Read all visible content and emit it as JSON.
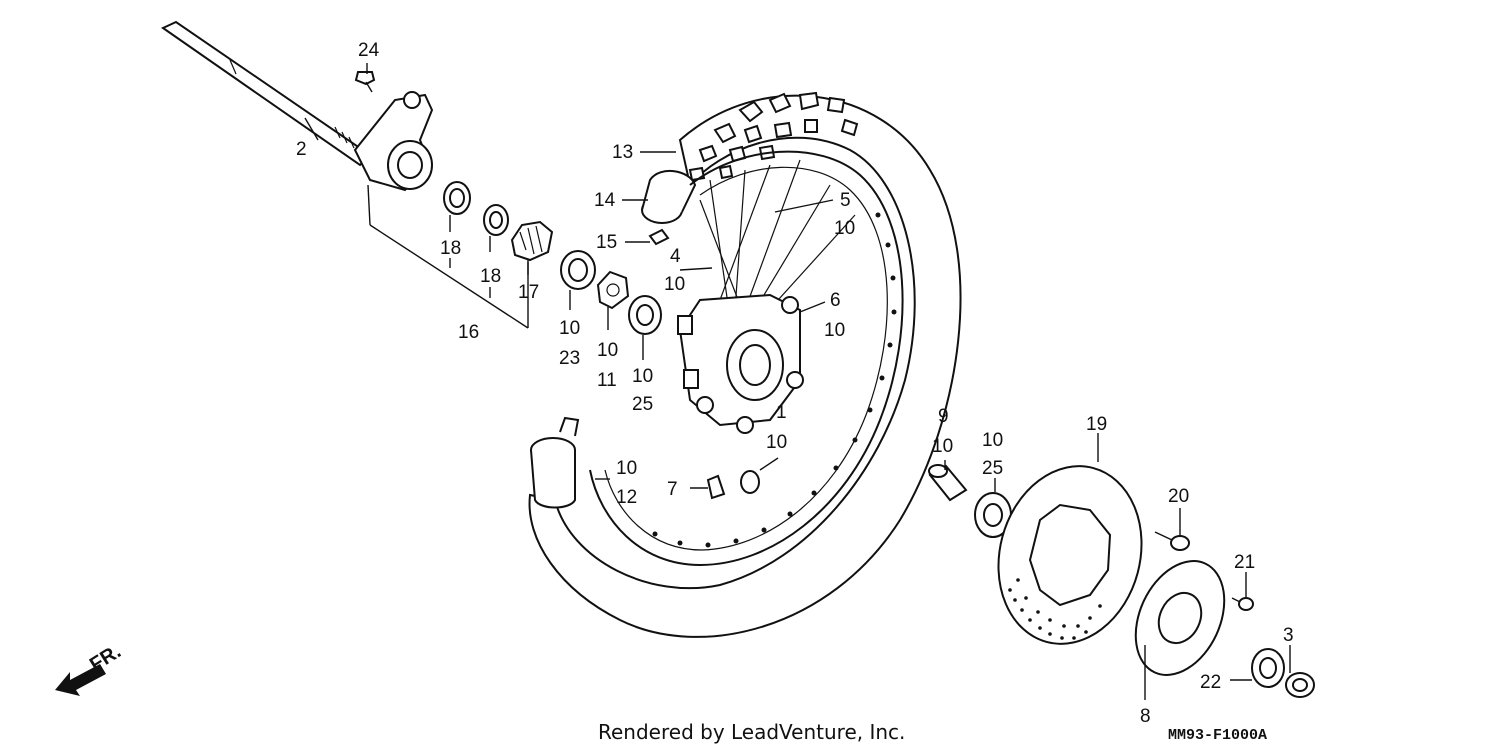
{
  "labels": {
    "p1": "1",
    "p2": "2",
    "p3": "3",
    "p4": "4",
    "p5": "5",
    "p6": "6",
    "p7": "7",
    "p8": "8",
    "p9": "9",
    "p10": "10",
    "p11": "11",
    "p12": "12",
    "p13": "13",
    "p14": "14",
    "p15": "15",
    "p16": "16",
    "p17": "17",
    "p18": "18",
    "p19": "19",
    "p20": "20",
    "p21": "21",
    "p22": "22",
    "p23": "23",
    "p24": "24",
    "p25": "25"
  },
  "direction": "FR.",
  "footer": "Rendered by LeadVenture, Inc.",
  "diagram_code": "MM93-F1000A"
}
